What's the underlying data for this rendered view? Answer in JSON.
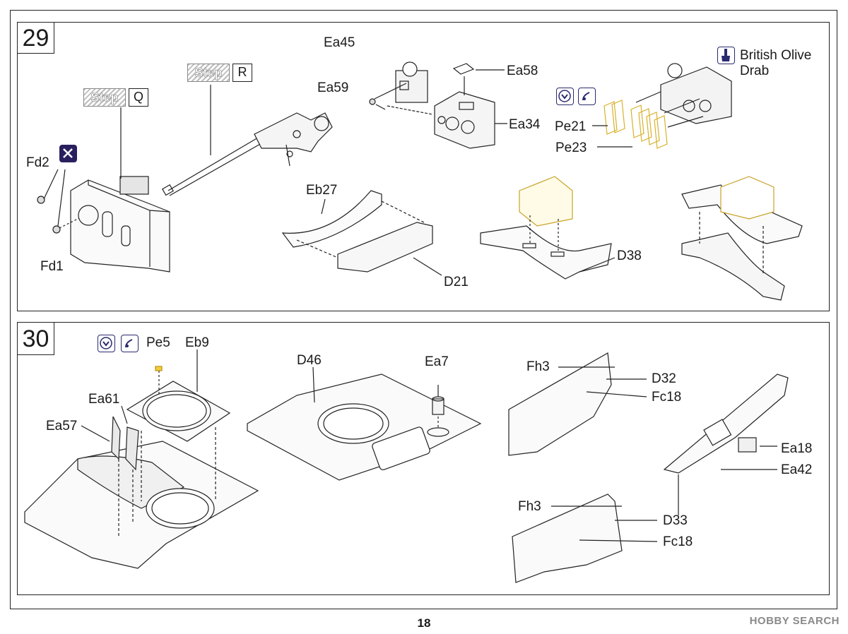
{
  "page_number": "18",
  "watermark": "HOBBY SEARCH",
  "steps": [
    {
      "number": "29",
      "refs": [
        {
          "word": "Step",
          "letter": "Q"
        },
        {
          "word": "Step",
          "letter": "R"
        }
      ],
      "labels": {
        "fd2": "Fd2",
        "fd1": "Fd1",
        "ea45": "Ea45",
        "ea59": "Ea59",
        "ea58": "Ea58",
        "ea34": "Ea34",
        "eb27": "Eb27",
        "d21": "D21",
        "pe21": "Pe21",
        "pe23": "Pe23",
        "d38": "D38"
      },
      "paint_label": "British Olive\nDrab"
    },
    {
      "number": "30",
      "labels": {
        "pe5": "Pe5",
        "eb9": "Eb9",
        "ea61": "Ea61",
        "ea57": "Ea57",
        "d46": "D46",
        "ea7": "Ea7",
        "fh3_a": "Fh3",
        "d32": "D32",
        "fc18_a": "Fc18",
        "ea18": "Ea18",
        "ea42": "Ea42",
        "d33": "D33",
        "fh3_b": "Fh3",
        "fc18_b": "Fc18"
      }
    }
  ],
  "colors": {
    "photo_etch": "#f2cf3c",
    "icon": "#2a1f5e",
    "ink": "#1a1a1a"
  }
}
